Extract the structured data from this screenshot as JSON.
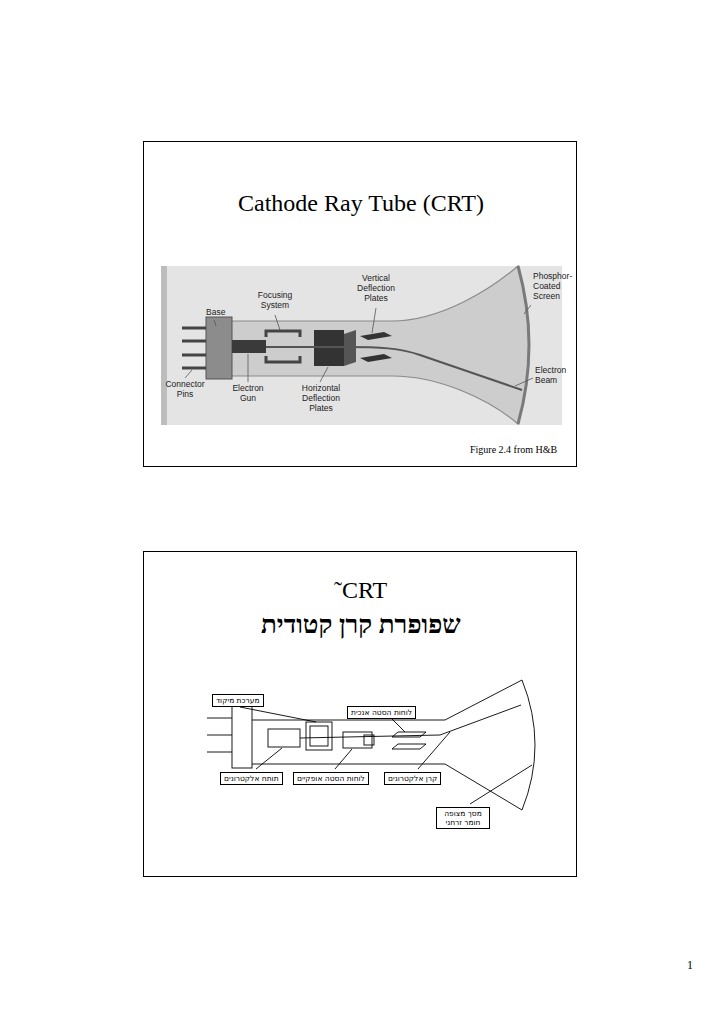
{
  "diagram": {
    "nodes": [
      {
        "text": [
          "Cathode Ray Tube (CRT)",
          "Figure 2.4 from H&B"
        ]
      },
      {
        "text": [
          "˜CRT",
          "שפופרת קרן קטודית"
        ]
      },
      {
        "text": [
          "מערכת מיקוד"
        ],
        "in": 1
      },
      {
        "text": [
          "לוחות הסטה אנכית"
        ],
        "in": 1
      },
      {
        "text": [
          "תותח אלקטרונים"
        ],
        "in": 1
      },
      {
        "text": [
          "לוחות הסטה אופקיים"
        ],
        "in": 1
      },
      {
        "text": [
          "קרן אלקטרונים"
        ],
        "in": 1
      },
      {
        "text": [
          "מסך מצופה חומר זרחני"
        ],
        "in": 1
      }
    ],
    "labels": [
      "Vertical Deflection Plates",
      "Phosphor-Coated Screen",
      "Focusing System",
      "Base",
      "Connector Pins",
      "Electron Gun",
      "Horizontal Deflection Plates",
      "Electron Beam",
      "1"
    ]
  }
}
